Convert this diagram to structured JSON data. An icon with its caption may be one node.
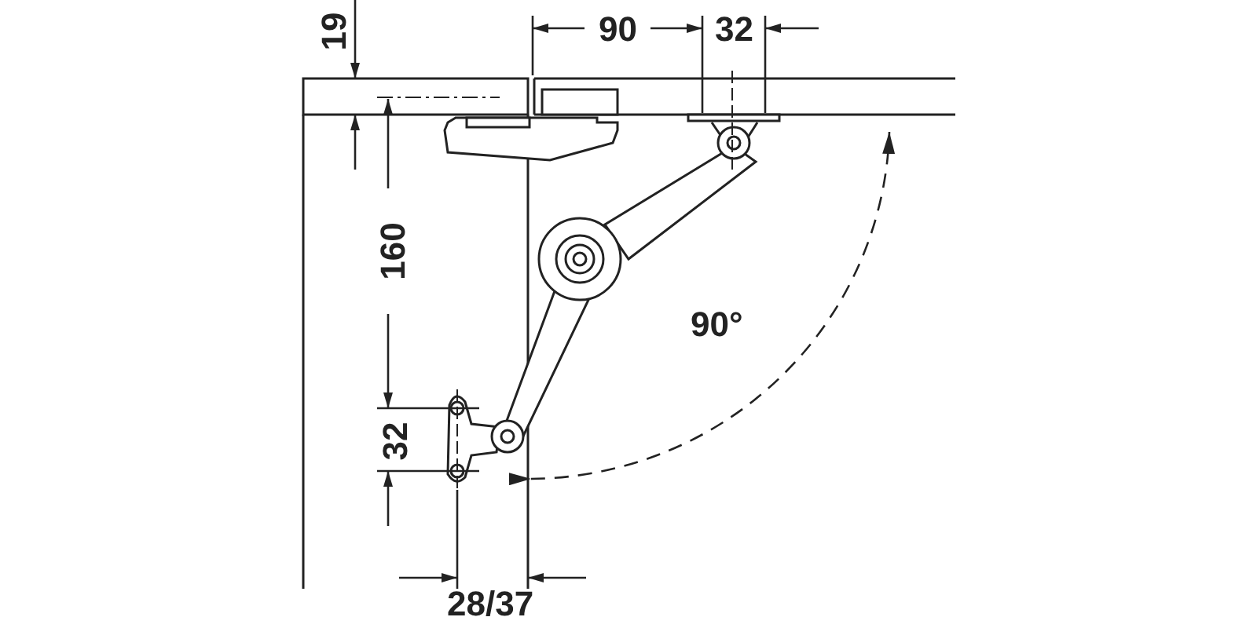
{
  "diagram": {
    "labels": [
      "19",
      "90",
      "32",
      "160",
      "90°",
      "32",
      "28/37"
    ]
  }
}
